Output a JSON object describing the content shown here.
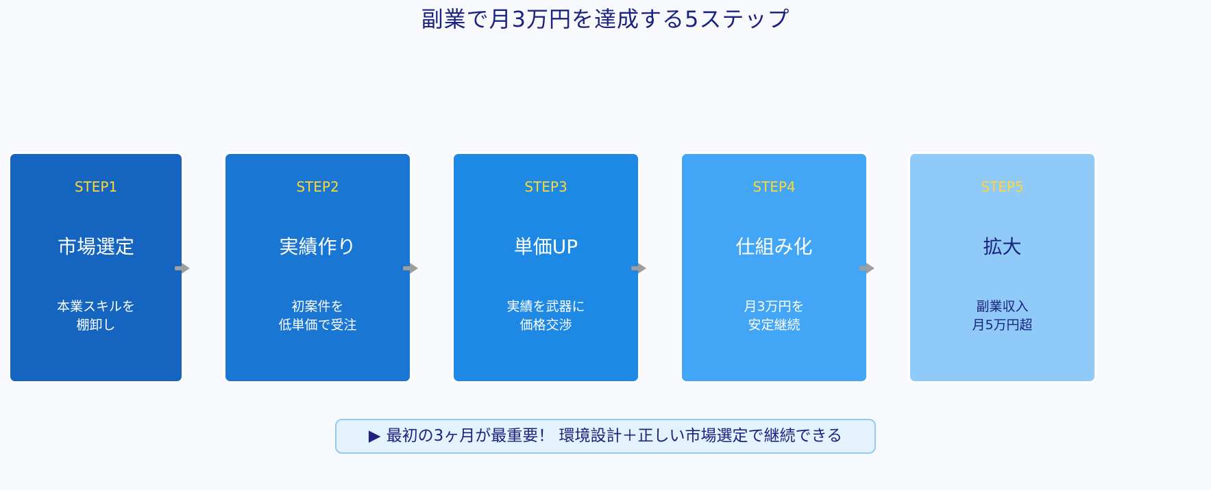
{
  "title": "副業で月3万円を達成する5ステップ",
  "steps": [
    {
      "step": "STEP1",
      "name": "市場選定",
      "desc": [
        "本業スキルを",
        "棚卸し"
      ],
      "color": "#1565c0"
    },
    {
      "step": "STEP2",
      "name": "実績作り",
      "desc": [
        "初案件を",
        "低単価で受注"
      ],
      "color": "#1976d2"
    },
    {
      "step": "STEP3",
      "name": "単価UP",
      "desc": [
        "実績を武器に",
        "価格交渉"
      ],
      "color": "#1e88e5"
    },
    {
      "step": "STEP4",
      "name": "仕組み化",
      "desc": [
        "月3万円を",
        "安定継続"
      ],
      "color": "#42a5f5"
    },
    {
      "step": "STEP5",
      "name": "拡大",
      "desc": [
        "副業収入",
        "月5万円超"
      ],
      "color": "#90caf9"
    }
  ],
  "note": {
    "icon": "play-triangle-icon",
    "text": "最初の3ヶ月が最重要！ 環境設計＋正しい市場選定で継続できる"
  },
  "colors": {
    "step_label": "#fdd835",
    "title": "#1a237e",
    "arrow": "#9e9e9e",
    "note_bg": "#e3f2fd",
    "note_border": "#90caf9"
  }
}
